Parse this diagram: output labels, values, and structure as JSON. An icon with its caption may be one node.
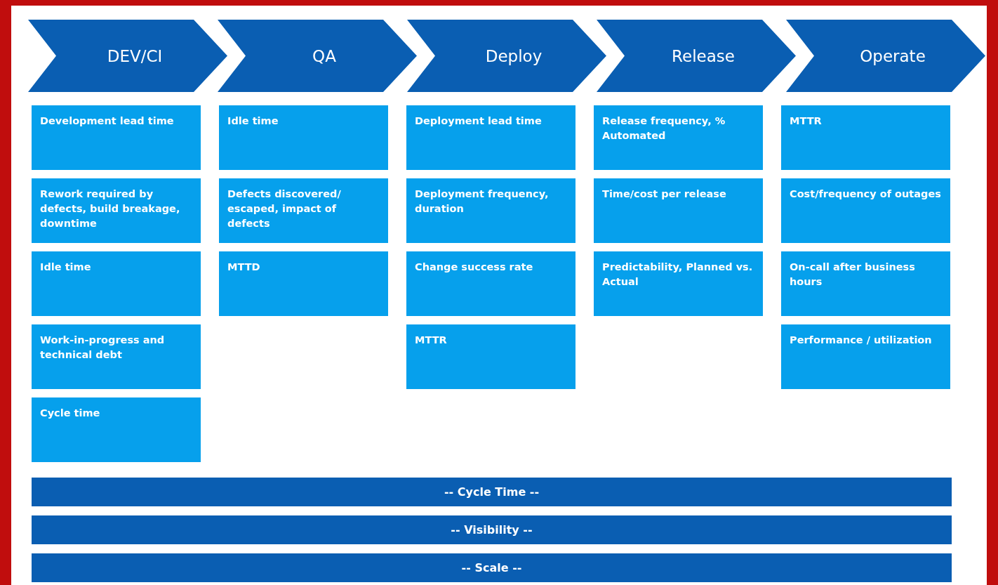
{
  "diagram": {
    "nodes": [
      {
        "text": [
          "DEV/CI"
        ]
      },
      {
        "text": [
          "QA"
        ]
      },
      {
        "text": [
          "Deploy"
        ]
      },
      {
        "text": [
          "Release"
        ]
      },
      {
        "text": [
          "Operate"
        ]
      },
      {
        "text": [
          "Development lead time"
        ]
      },
      {
        "text": [
          "Idle time"
        ]
      },
      {
        "text": [
          "Deployment lead time"
        ]
      },
      {
        "text": [
          "Release frequency, % Automated"
        ]
      },
      {
        "text": [
          "MTTR"
        ]
      },
      {
        "text": [
          "Rework required by defects, build breakage, downtime"
        ]
      },
      {
        "text": [
          "Defects discovered/ escaped, impact of defects"
        ]
      },
      {
        "text": [
          "Deployment frequency, duration"
        ]
      },
      {
        "text": [
          "Time/cost per release"
        ]
      },
      {
        "text": [
          "Cost/frequency of outages"
        ]
      },
      {
        "text": [
          "Idle time"
        ]
      },
      {
        "text": [
          "MTTD"
        ]
      },
      {
        "text": [
          "Change success rate"
        ]
      },
      {
        "text": [
          "Predictability, Planned vs. Actual"
        ]
      },
      {
        "text": [
          "On-call after business hours"
        ]
      },
      {
        "text": [
          "Work-in-progress and technical debt"
        ]
      },
      {
        "text": [
          "MTTR"
        ]
      },
      {
        "text": [
          "Performance / utilization"
        ]
      },
      {
        "text": [
          "Cycle time"
        ]
      },
      {
        "text": [
          "-- Cycle Time --"
        ]
      },
      {
        "text": [
          "-- Visibility --"
        ]
      },
      {
        "text": [
          "-- Scale --"
        ]
      }
    ],
    "edges": []
  }
}
